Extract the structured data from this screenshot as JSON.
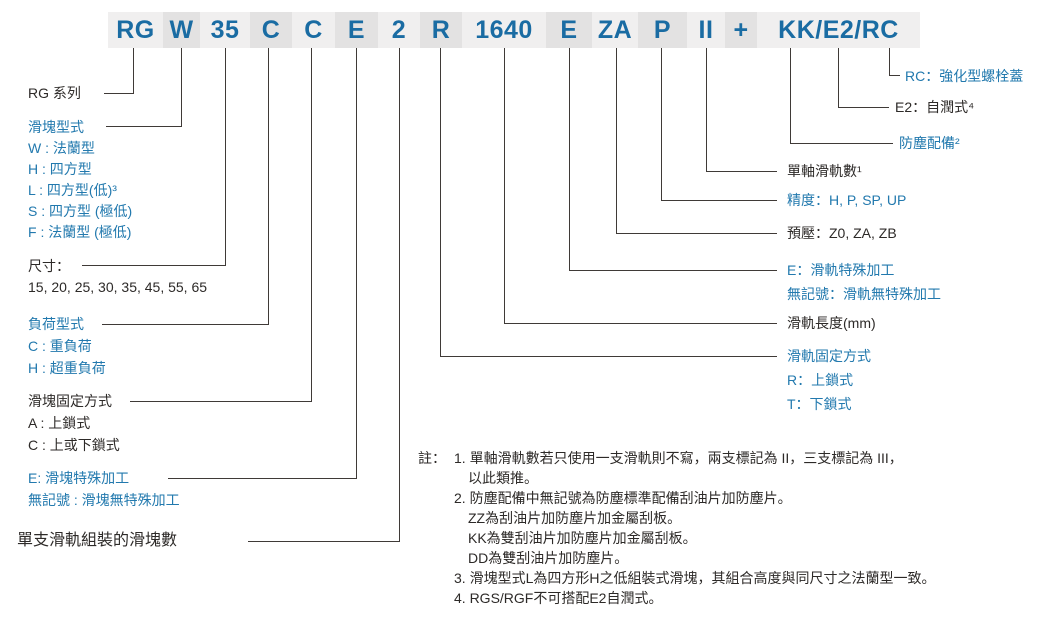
{
  "colors": {
    "label_blue": "#2279ae",
    "model_blue": "#1a6ca3",
    "text_dark": "#2d2a28",
    "connector_line": "#3f3a37",
    "band_light": "#f0efef",
    "band_dark": "#e3e2e2"
  },
  "model_code": {
    "segments": [
      "RG",
      "W",
      "35",
      "C",
      "C",
      "E",
      "2",
      "R",
      "1640",
      "E",
      "ZA",
      "P",
      "II",
      "+",
      "KK/E2/RC"
    ]
  },
  "left_groups": {
    "series": {
      "title": "RG 系列"
    },
    "block_type": {
      "title": "滑塊型式",
      "items": [
        "W : 法蘭型",
        "H : 四方型",
        "L : 四方型(低)³",
        "S : 四方型 (極低)",
        "F : 法蘭型 (極低)"
      ]
    },
    "size": {
      "title": "尺寸：",
      "items": [
        "15, 20, 25, 30, 35, 45, 55, 65"
      ]
    },
    "load_type": {
      "title": "負荷型式",
      "items": [
        "C : 重負荷",
        "H : 超重負荷"
      ]
    },
    "block_mounting": {
      "title": "滑塊固定方式",
      "items": [
        "A : 上鎖式",
        "C : 上或下鎖式"
      ]
    },
    "block_special": {
      "title": "E: 滑塊特殊加工",
      "items": [
        "無記號 : 滑塊無特殊加工"
      ]
    },
    "blocks_per_rail": {
      "title": "單支滑軌組裝的滑塊數"
    }
  },
  "right_groups": {
    "rc": {
      "title": "RC：強化型螺栓蓋"
    },
    "e2": {
      "title": "E2：自潤式⁴"
    },
    "dust_protection": {
      "title": "防塵配備²"
    },
    "rails_per_axis": {
      "title": "單軸滑軌數¹"
    },
    "accuracy": {
      "title": "精度：H, P, SP, UP"
    },
    "preload": {
      "title": "預壓：Z0, ZA, ZB"
    },
    "rail_special": {
      "title": "E：滑軌特殊加工",
      "items": [
        "無記號：滑軌無特殊加工"
      ]
    },
    "rail_length": {
      "title": "滑軌長度(mm)"
    },
    "rail_mounting": {
      "title": "滑軌固定方式",
      "items": [
        "R：上鎖式",
        "T：下鎖式"
      ]
    }
  },
  "notes": {
    "label": "註：",
    "lines": [
      {
        "text": "1. 單軸滑軌數若只使用一支滑軌則不寫，兩支標記為 II，三支標記為 III，"
      },
      {
        "text": "以此類推。"
      },
      {
        "text": "2. 防塵配備中無記號為防塵標準配備刮油片加防塵片。"
      },
      {
        "text": "ZZ為刮油片加防塵片加金屬刮板。"
      },
      {
        "text": "KK為雙刮油片加防塵片加金屬刮板。"
      },
      {
        "text": "DD為雙刮油片加防塵片。"
      },
      {
        "text": "3. 滑塊型式L為四方形H之低組裝式滑塊，其組合高度與同尺寸之法蘭型一致。"
      },
      {
        "text": "4. RGS/RGF不可搭配E2自潤式。"
      }
    ]
  }
}
